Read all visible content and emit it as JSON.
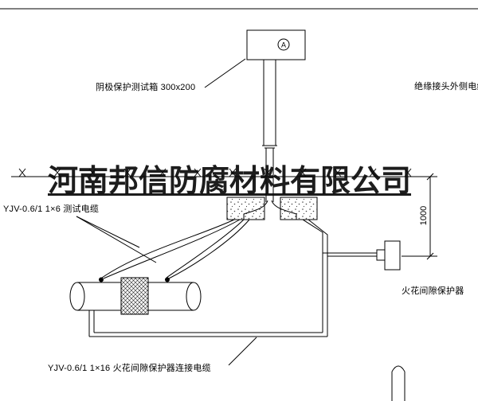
{
  "watermark": "河南邦信防腐材料有限公司",
  "labels": {
    "test_box": "阴极保护测试箱 300x200",
    "outer_cable": "绝缘接头外侧电缆",
    "test_cable": "YJV-0.6/1 1×6  测试电缆",
    "spark_protector": "火花间隙保护器",
    "connect_cable": "YJV-0.6/1 1×16  火花间隙保护器连接电缆",
    "dimension": "1000",
    "meter_symbol": "A"
  },
  "colors": {
    "line": "#000000",
    "background": "#ffffff"
  }
}
